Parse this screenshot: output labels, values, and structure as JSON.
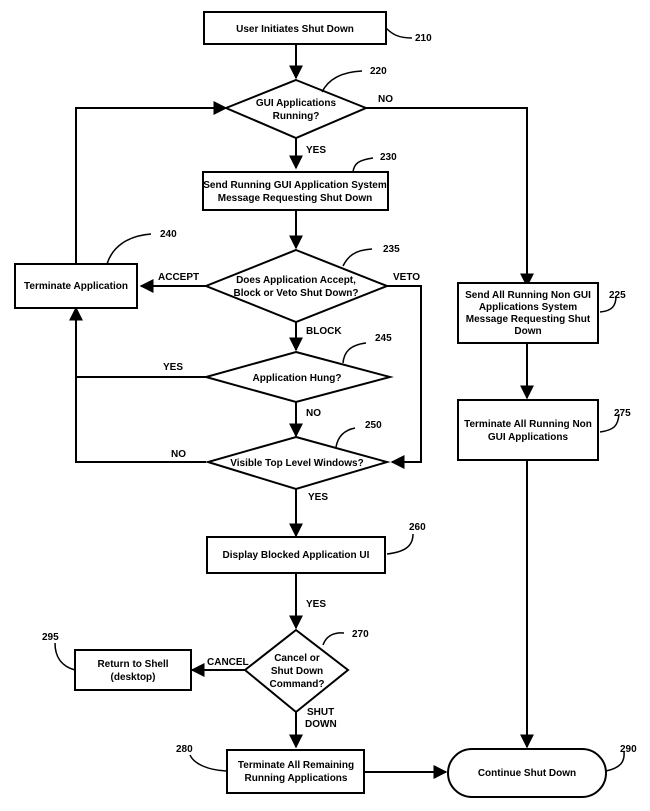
{
  "diagram": {
    "type": "flowchart",
    "nodes": {
      "n210": {
        "id": "210",
        "kind": "process",
        "lines": [
          "User Initiates Shut Down"
        ]
      },
      "n220": {
        "id": "220",
        "kind": "decision",
        "lines": [
          "GUI Applications",
          "Running?"
        ]
      },
      "n230": {
        "id": "230",
        "kind": "process",
        "lines": [
          "Send Running GUI Application System",
          "Message Requesting Shut Down"
        ]
      },
      "n235": {
        "id": "235",
        "kind": "decision",
        "lines": [
          "Does Application Accept,",
          "Block or Veto Shut Down?"
        ]
      },
      "n240": {
        "id": "240",
        "kind": "process",
        "lines": [
          "Terminate  Application"
        ]
      },
      "n245": {
        "id": "245",
        "kind": "decision",
        "lines": [
          "Application Hung?"
        ]
      },
      "n250": {
        "id": "250",
        "kind": "decision",
        "lines": [
          "Visible Top Level Windows?"
        ]
      },
      "n225": {
        "id": "225",
        "kind": "process",
        "lines": [
          "Send All Running Non GUI",
          "Applications System",
          "Message Requesting Shut",
          "Down"
        ]
      },
      "n275": {
        "id": "275",
        "kind": "process",
        "lines": [
          "Terminate All Running Non",
          "GUI Applications"
        ]
      },
      "n260": {
        "id": "260",
        "kind": "process",
        "lines": [
          "Display Blocked Application UI"
        ]
      },
      "n270": {
        "id": "270",
        "kind": "decision",
        "lines": [
          "Cancel or",
          "Shut Down",
          "Command?"
        ]
      },
      "n295": {
        "id": "295",
        "kind": "process",
        "lines": [
          "Return to Shell",
          "(desktop)"
        ]
      },
      "n280": {
        "id": "280",
        "kind": "process",
        "lines": [
          "Terminate All Remaining",
          "Running Applications"
        ]
      },
      "n290": {
        "id": "290",
        "kind": "terminator",
        "lines": [
          "Continue Shut Down"
        ]
      }
    },
    "edge_labels": {
      "e220_no": "NO",
      "e220_yes": "YES",
      "e235_accept": "ACCEPT",
      "e235_veto": "VETO",
      "e235_block": "BLOCK",
      "e245_yes": "YES",
      "e245_no": "NO",
      "e250_no": "NO",
      "e250_yes": "YES",
      "e260_yes": "YES",
      "e270_cancel": "CANCEL",
      "e270_shut": "SHUT",
      "e270_down": "DOWN"
    },
    "edges": [
      [
        "210",
        "220",
        ""
      ],
      [
        "220",
        "230",
        "YES"
      ],
      [
        "220",
        "225",
        "NO"
      ],
      [
        "230",
        "235",
        ""
      ],
      [
        "235",
        "240",
        "ACCEPT"
      ],
      [
        "235",
        "245",
        "BLOCK"
      ],
      [
        "235",
        "250",
        "VETO"
      ],
      [
        "245",
        "240",
        "YES"
      ],
      [
        "245",
        "250",
        "NO"
      ],
      [
        "250",
        "240",
        "NO"
      ],
      [
        "250",
        "260",
        "YES"
      ],
      [
        "240",
        "220",
        ""
      ],
      [
        "225",
        "275",
        ""
      ],
      [
        "275",
        "290",
        ""
      ],
      [
        "260",
        "270",
        "YES"
      ],
      [
        "270",
        "295",
        "CANCEL"
      ],
      [
        "270",
        "280",
        "SHUT DOWN"
      ],
      [
        "280",
        "290",
        ""
      ]
    ]
  }
}
